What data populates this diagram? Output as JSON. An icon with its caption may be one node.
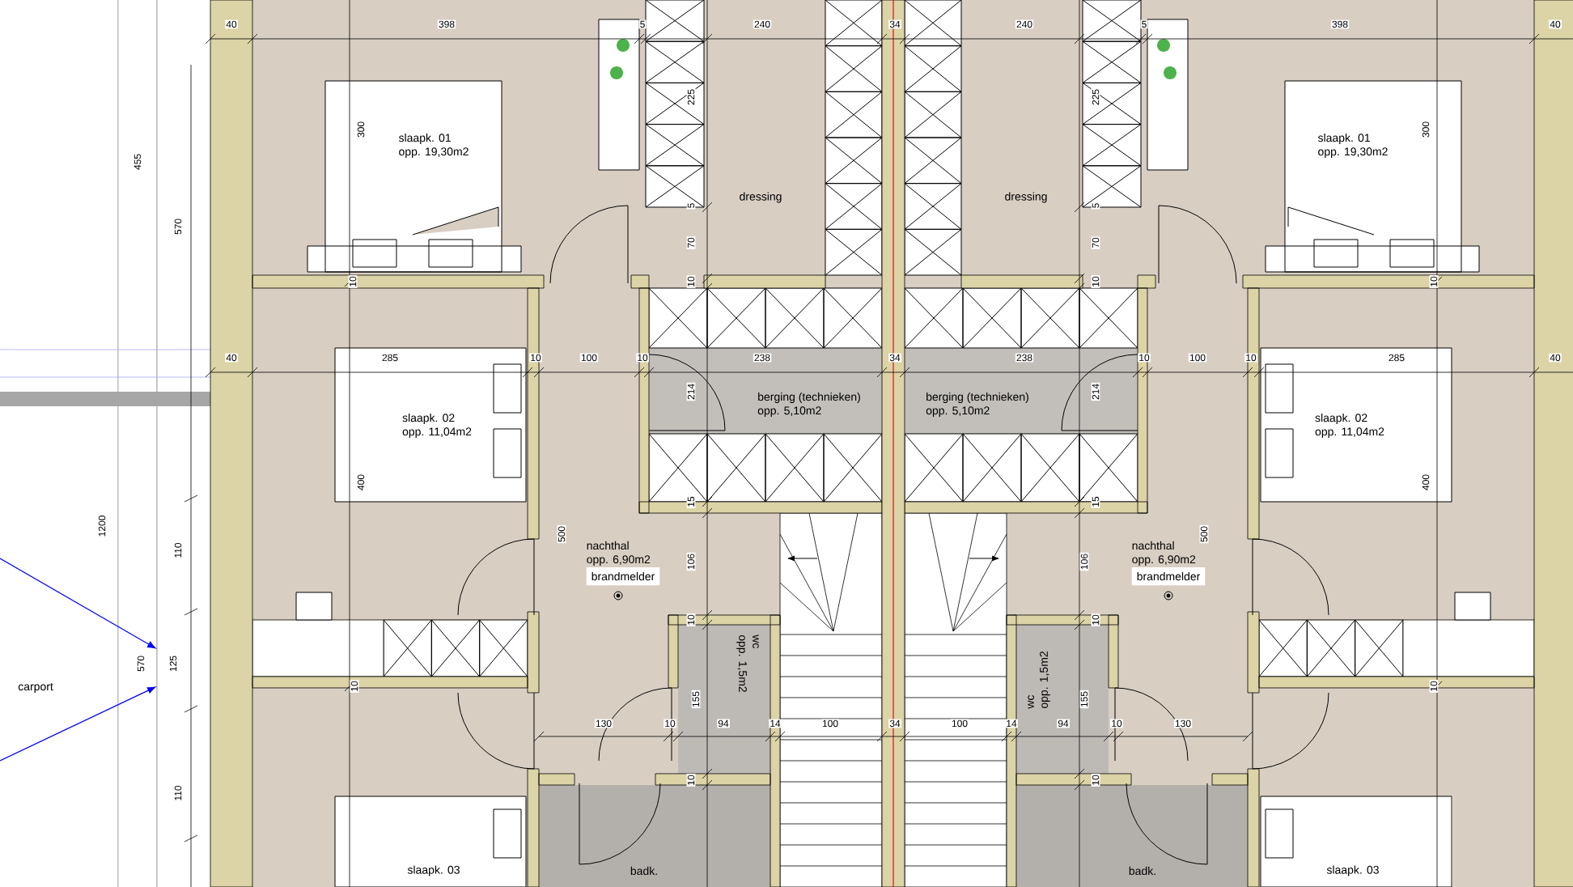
{
  "diagram": {
    "nodes": [
      {
        "text": [
          "slaapk. 01",
          "opp. 19,30m2"
        ]
      },
      {
        "text": [
          "dressing"
        ]
      },
      {
        "text": [
          "dressing"
        ]
      },
      {
        "text": [
          "slaapk. 01",
          "opp. 19,30m2"
        ]
      },
      {
        "text": [
          "slaapk. 02",
          "opp. 11,04m2"
        ]
      },
      {
        "text": [
          "berging (technieken)",
          "opp. 5,10m2"
        ]
      },
      {
        "text": [
          "berging (technieken)",
          "opp. 5,10m2"
        ]
      },
      {
        "text": [
          "slaapk. 02",
          "opp. 11,04m2"
        ]
      },
      {
        "text": [
          "nachthal",
          "opp. 6,90m2",
          "brandmelder"
        ]
      },
      {
        "text": [
          "wc",
          "opp. 1,5m2"
        ]
      },
      {
        "text": [
          "wc",
          "opp. 1,5m2"
        ]
      },
      {
        "text": [
          "nachthal",
          "opp. 6,90m2",
          "brandmelder"
        ]
      },
      {
        "text": [
          "slaapk. 03"
        ]
      },
      {
        "text": [
          "badk."
        ]
      },
      {
        "text": [
          "badk."
        ]
      },
      {
        "text": [
          "slaapk. 03"
        ]
      }
    ],
    "labels": [
      "40",
      "398",
      "5",
      "240",
      "34",
      "240",
      "5",
      "398",
      "40",
      "300",
      "225",
      "225",
      "300",
      "455",
      "570",
      "5",
      "5",
      "70",
      "70",
      "10",
      "10",
      "10",
      "10",
      "40",
      "285",
      "10",
      "100",
      "10",
      "238",
      "34",
      "238",
      "10",
      "100",
      "10",
      "285",
      "40",
      "214",
      "214",
      "400",
      "400",
      "15",
      "15",
      "1200",
      "500",
      "500",
      "110",
      "106",
      "106",
      "10",
      "10",
      "570",
      "125",
      "carport",
      "10",
      "10",
      "155",
      "155",
      "130",
      "10",
      "94",
      "14",
      "100",
      "34",
      "100",
      "14",
      "94",
      "10",
      "130",
      "10",
      "10",
      "110"
    ]
  }
}
